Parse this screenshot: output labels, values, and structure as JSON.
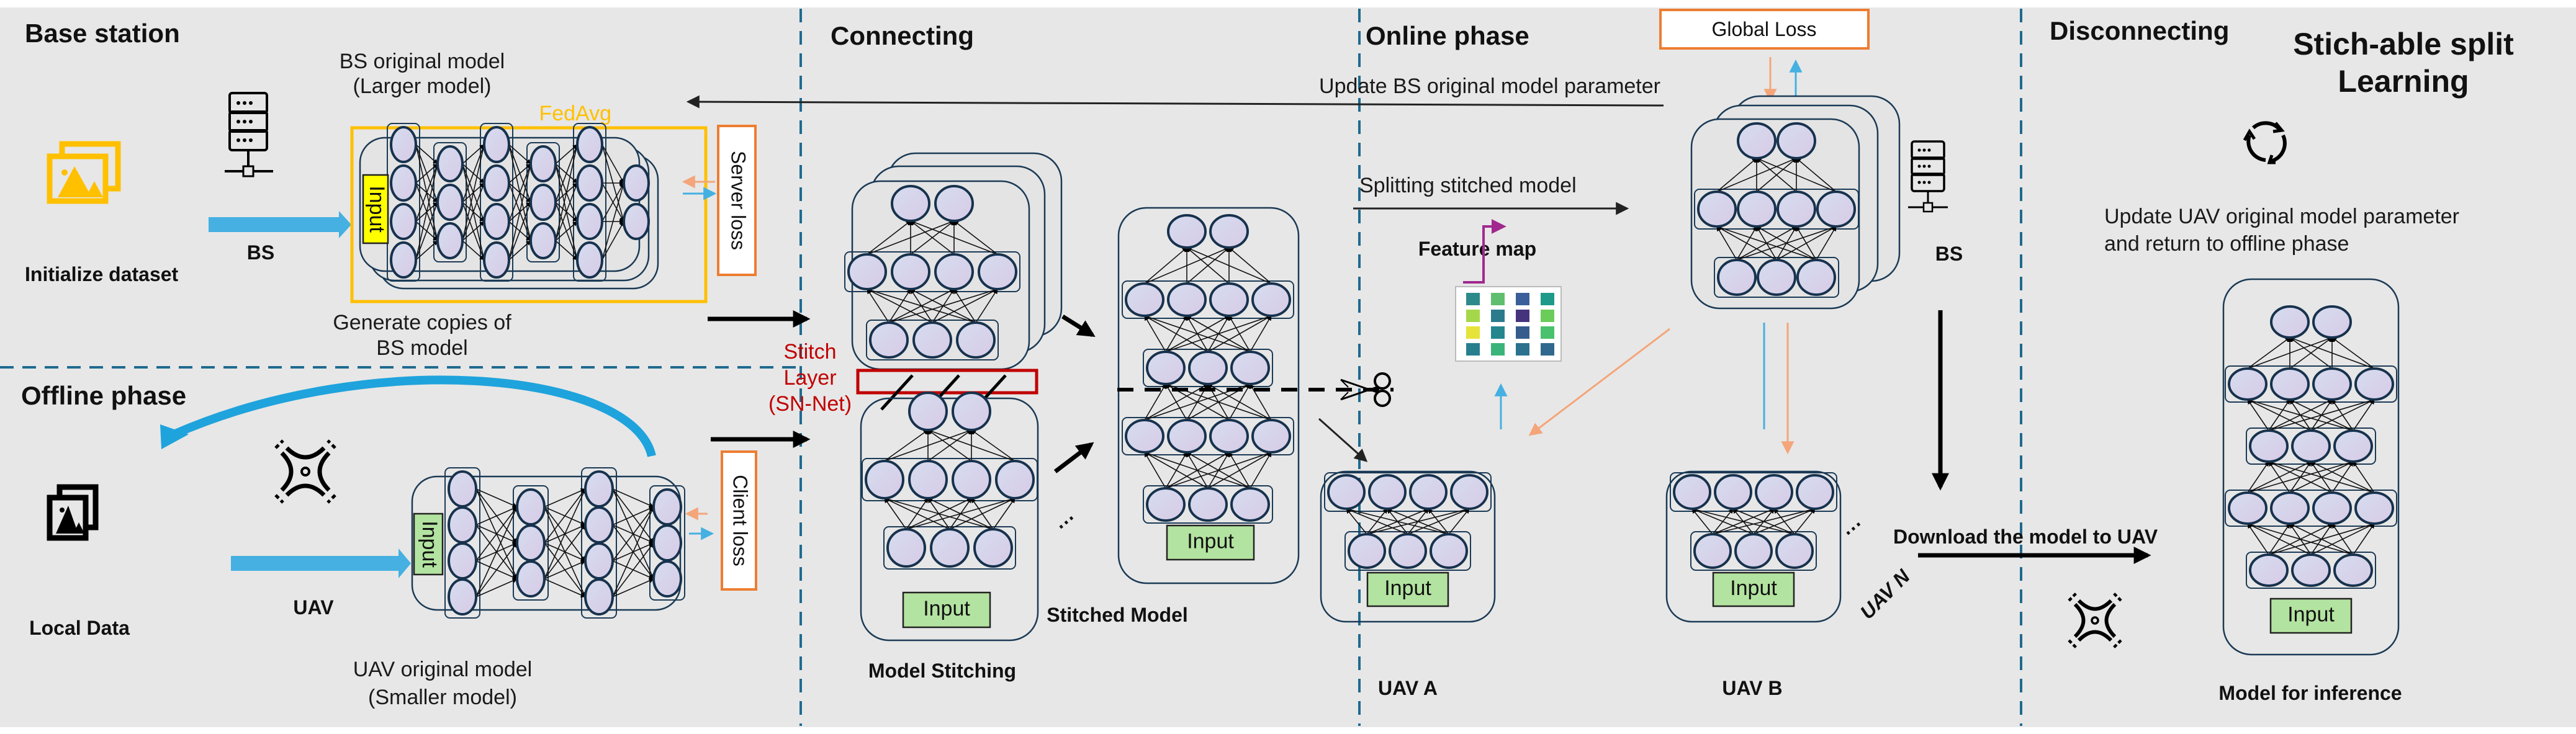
{
  "diagram": {
    "title_line1": "Stich-able split",
    "title_line2": "Learning",
    "sections": {
      "base_station": "Base station",
      "offline_phase": "Offline phase",
      "connecting": "Connecting",
      "online_phase": "Online phase",
      "disconnecting": "Disconnecting"
    },
    "base_station": {
      "dataset_label": "Initialize dataset",
      "bs_label": "BS",
      "model_title_line1": "BS original model",
      "model_title_line2": "(Larger model)",
      "fedavg_label": "FedAvg",
      "server_loss_label": "Server loss",
      "input_label": "Input",
      "copies_line1": "Generate copies of",
      "copies_line2": "BS model",
      "layers": [
        4,
        3,
        4,
        3,
        4,
        2
      ]
    },
    "offline": {
      "local_data_label": "Local Data",
      "uav_label": "UAV",
      "model_title_line1": "UAV original model",
      "model_title_line2": "(Smaller model)",
      "client_loss_label": "Client loss",
      "input_label": "Input",
      "layers": [
        4,
        3,
        4,
        3
      ]
    },
    "connecting": {
      "stitch_line1": "Stitch",
      "stitch_line2": "Layer",
      "stitch_line3": "(SN-Net)",
      "model_stitching_label": "Model Stitching",
      "stitched_model_label": "Stitched Model",
      "input_label": "Input",
      "ellipsis": "⋯",
      "bs_part_layers": [
        3,
        4,
        2
      ],
      "uav_part_layers": [
        3,
        4,
        2
      ],
      "stitched_layers": [
        3,
        4,
        3,
        4,
        2
      ]
    },
    "online": {
      "update_bs_label": "Update BS original model parameter",
      "splitting_label": "Splitting stitched model",
      "feature_map_label": "Feature map",
      "global_loss_label": "Global Loss",
      "bs_label": "BS",
      "uav_a_label": "UAV A",
      "uav_b_label": "UAV B",
      "uav_n_label": "UAV N",
      "ellipsis": "⋯",
      "input_label": "Input",
      "bs_layers": [
        3,
        4,
        2
      ],
      "uav_layers": [
        3,
        4
      ]
    },
    "disconnecting": {
      "update_line1": "Update UAV original model parameter",
      "update_line2": "and return to offline phase",
      "download_label": "Download the model to UAV",
      "inference_label": "Model for inference",
      "input_label": "Input",
      "layers": [
        3,
        4,
        3,
        4,
        2
      ]
    },
    "colors": {
      "forward_blue": "#45b0e1",
      "backward_orange": "#f4a57a",
      "feature_purple": "#a0288f",
      "fedavg_gold": "#ffc000",
      "loss_border": "#ed7d31",
      "stitch_red": "#c00000",
      "divider": "#1f6a8f",
      "input_green": "#b3e3a0",
      "input_yellow": "#ffff00"
    },
    "icons": {
      "dataset": "image-stack-icon",
      "server": "server-icon",
      "drone": "drone-icon",
      "scissors": "scissors-icon",
      "cycle": "refresh-cycle-icon",
      "feature_map": "feature-map-grid-icon"
    }
  }
}
